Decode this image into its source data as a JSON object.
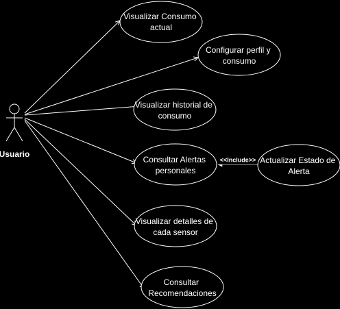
{
  "actor": {
    "label": "Usuario"
  },
  "use_cases": [
    {
      "id": "uc1",
      "lines": [
        "Visualizar Consumo",
        "actual"
      ]
    },
    {
      "id": "uc2",
      "lines": [
        "Configurar perfil y",
        "consumo"
      ]
    },
    {
      "id": "uc3",
      "lines": [
        "Visualizar historial de",
        "consumo"
      ]
    },
    {
      "id": "uc4",
      "lines": [
        "Consultar Alertas",
        "personales"
      ]
    },
    {
      "id": "uc5",
      "lines": [
        "Visualizar detalles de",
        "cada sensor"
      ]
    },
    {
      "id": "uc6",
      "lines": [
        "Consultar",
        "Recomendaciones"
      ]
    },
    {
      "id": "uc7",
      "lines": [
        "Actualizar Estado de",
        "Alerta"
      ]
    }
  ],
  "include_relation": {
    "label": "<<Include>>"
  },
  "colors": {
    "background": "#000000",
    "stroke": "#ffffff",
    "text": "#ffffff",
    "arrow": "#ffffff"
  }
}
